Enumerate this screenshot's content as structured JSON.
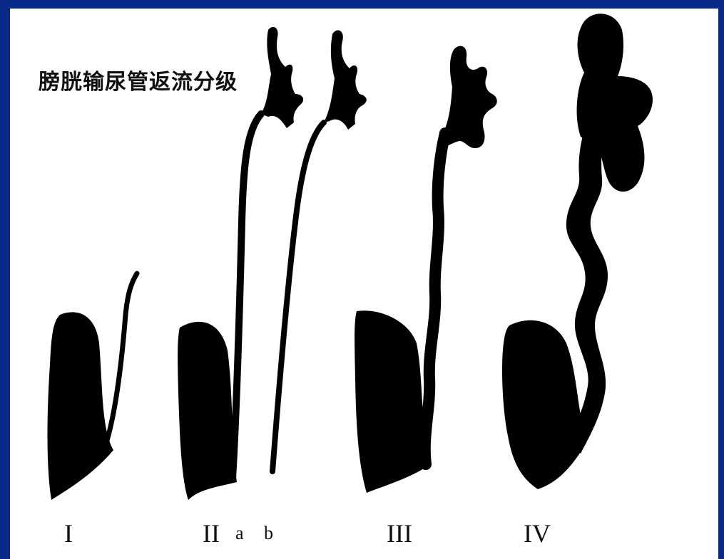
{
  "title": "膀胱输尿管返流分级",
  "colors": {
    "border": "#0a2a8a",
    "background": "#ffffff",
    "ink": "#000000"
  },
  "grades": [
    {
      "label": "I"
    },
    {
      "label": "II"
    },
    {
      "label": "III"
    },
    {
      "label": "IV"
    }
  ],
  "sub_labels": [
    "a",
    "b"
  ]
}
